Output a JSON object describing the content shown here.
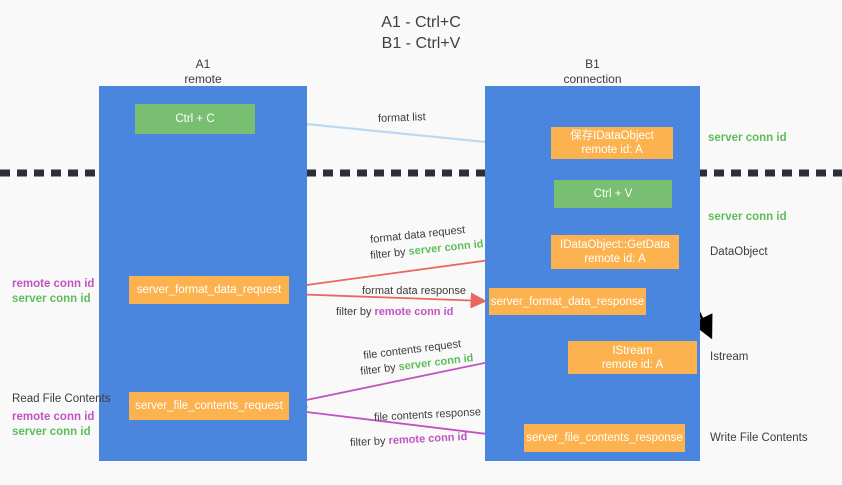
{
  "title": {
    "line1": "A1 - Ctrl+C",
    "line2": "B1 - Ctrl+V"
  },
  "lanes": {
    "a1": {
      "name": "A1",
      "sub": "remote"
    },
    "b1": {
      "name": "B1",
      "sub": "connection"
    }
  },
  "nodes": {
    "ctrl_c": {
      "label": "Ctrl + C",
      "color": "#79bf72"
    },
    "save_dataobject": {
      "line1": "保存IDataObject",
      "line2": "remote id: A",
      "color": "#fcb24f"
    },
    "ctrl_v": {
      "label": "Ctrl + V",
      "color": "#79bf72"
    },
    "getdata": {
      "line1": "IDataObject::GetData",
      "line2": "remote id: A",
      "color": "#fcb24f"
    },
    "istream": {
      "line1": "IStream",
      "line2": "remote id: A",
      "color": "#fcb24f"
    },
    "format_data_request": {
      "label": "server_format_data_request",
      "color": "#fcb24f"
    },
    "format_data_response": {
      "label": "server_format_data_response",
      "color": "#fcb24f"
    },
    "file_contents_request": {
      "label": "server_file_contents_request",
      "color": "#fcb24f"
    },
    "file_contents_response": {
      "label": "server_file_contents_response",
      "color": "#fcb24f"
    }
  },
  "edge_labels": {
    "format_list": "format list",
    "format_data_request": "format data request",
    "format_data_request_filter_prefix": "filter by ",
    "format_data_request_filter_value": "server conn id",
    "format_data_response": "format data response",
    "format_data_response_filter_prefix": "filter by ",
    "format_data_response_filter_value": "remote conn id",
    "file_contents_request": "file contents request",
    "file_contents_request_filter_prefix": "filter by ",
    "file_contents_request_filter_value": "server conn id",
    "file_contents_response": "file contents response",
    "file_contents_response_filter_prefix": "filter by ",
    "file_contents_response_filter_value": "remote conn id"
  },
  "side_labels": {
    "right_server_conn_id_1": "server conn id",
    "right_server_conn_id_2": "server conn id",
    "right_dataobject": "DataObject",
    "right_istream": "Istream",
    "right_write_file_contents": "Write File Contents",
    "left_remote_conn_id_1": "remote conn id",
    "left_server_conn_id_1": "server conn id",
    "left_read_file_contents": "Read File Contents",
    "left_remote_conn_id_2": "remote conn id",
    "left_server_conn_id_2": "server conn id"
  },
  "colors": {
    "lane": "#4a86dd",
    "green_node": "#79bf72",
    "orange_node": "#fcb24f",
    "green_text": "#5dbd5a",
    "purple_text": "#c153c1",
    "red_arrow": "#e8685f",
    "magenta_arrow": "#c153c1",
    "light_blue_arrow": "#bcd9f2",
    "black_arrow": "#000000",
    "background": "#f9f9f9"
  }
}
